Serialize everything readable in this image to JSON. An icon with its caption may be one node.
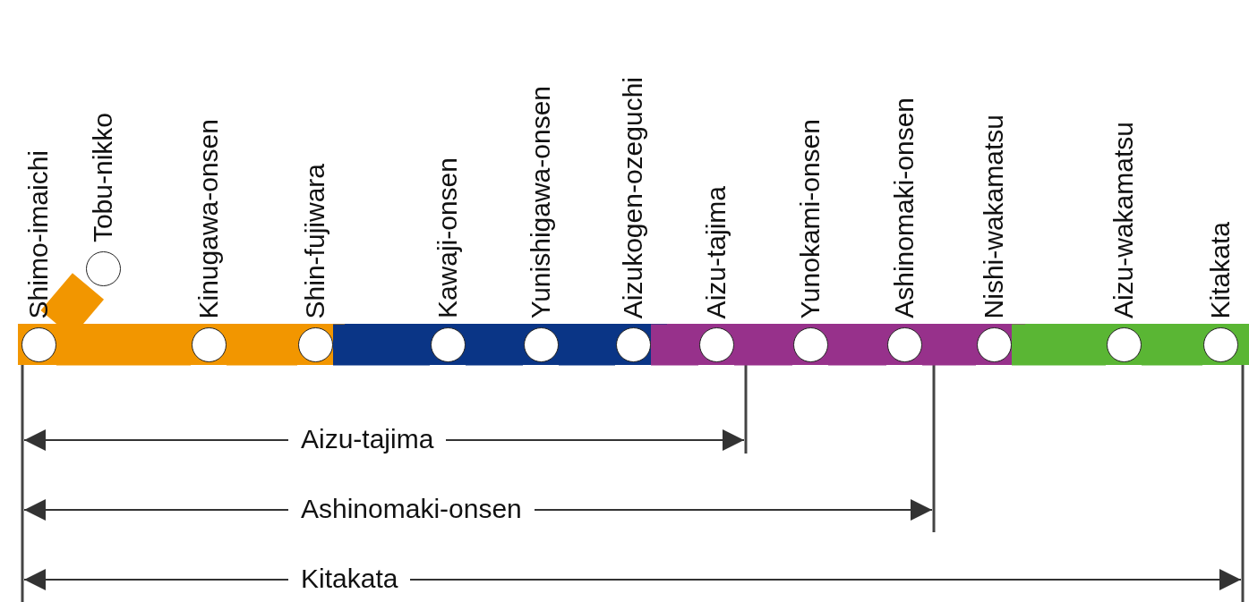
{
  "diagram": {
    "nodes": [
      {
        "text": [
          "Shimo-imaichi"
        ]
      },
      {
        "text": [
          "Tobu-nikko"
        ]
      },
      {
        "text": [
          "Kinugawa-onsen"
        ]
      },
      {
        "text": [
          "Shin-fujiwara"
        ]
      },
      {
        "text": [
          "Kawaji-onsen"
        ]
      },
      {
        "text": [
          "Yunishigawa-onsen"
        ]
      },
      {
        "text": [
          "Aizukogen-ozeguchi"
        ]
      },
      {
        "text": [
          "Aizu-tajima"
        ]
      },
      {
        "text": [
          "Yunokami-onsen"
        ]
      },
      {
        "text": [
          "Ashinomaki-onsen"
        ]
      },
      {
        "text": [
          "Nishi-wakamatsu"
        ]
      },
      {
        "text": [
          "Aizu-wakamatsu"
        ]
      },
      {
        "text": [
          "Kitakata"
        ]
      }
    ],
    "edges": [
      {
        "from": 0,
        "to": 1,
        "arrow": "none",
        "color": "#f29600"
      },
      {
        "from": 0,
        "to": 2,
        "arrow": "none",
        "color": "#f29600"
      },
      {
        "from": 2,
        "to": 3,
        "arrow": "none",
        "color": "#f29600"
      },
      {
        "from": 3,
        "to": 4,
        "arrow": "none",
        "color": "#0a3586"
      },
      {
        "from": 4,
        "to": 5,
        "arrow": "none",
        "color": "#0a3586"
      },
      {
        "from": 5,
        "to": 6,
        "arrow": "none",
        "color": "#0a3586"
      },
      {
        "from": 6,
        "to": 7,
        "arrow": "none",
        "color": "#97318b"
      },
      {
        "from": 7,
        "to": 8,
        "arrow": "none",
        "color": "#97318b"
      },
      {
        "from": 8,
        "to": 9,
        "arrow": "none",
        "color": "#97318b"
      },
      {
        "from": 9,
        "to": 10,
        "arrow": "none",
        "color": "#97318b"
      },
      {
        "from": 10,
        "to": 11,
        "arrow": "none",
        "color": "#5ab634"
      },
      {
        "from": 11,
        "to": 12,
        "arrow": "none",
        "color": "#5ab634"
      }
    ],
    "labels": [
      "Aizu-tajima",
      "Ashinomaki-onsen",
      "Kitakata"
    ]
  }
}
